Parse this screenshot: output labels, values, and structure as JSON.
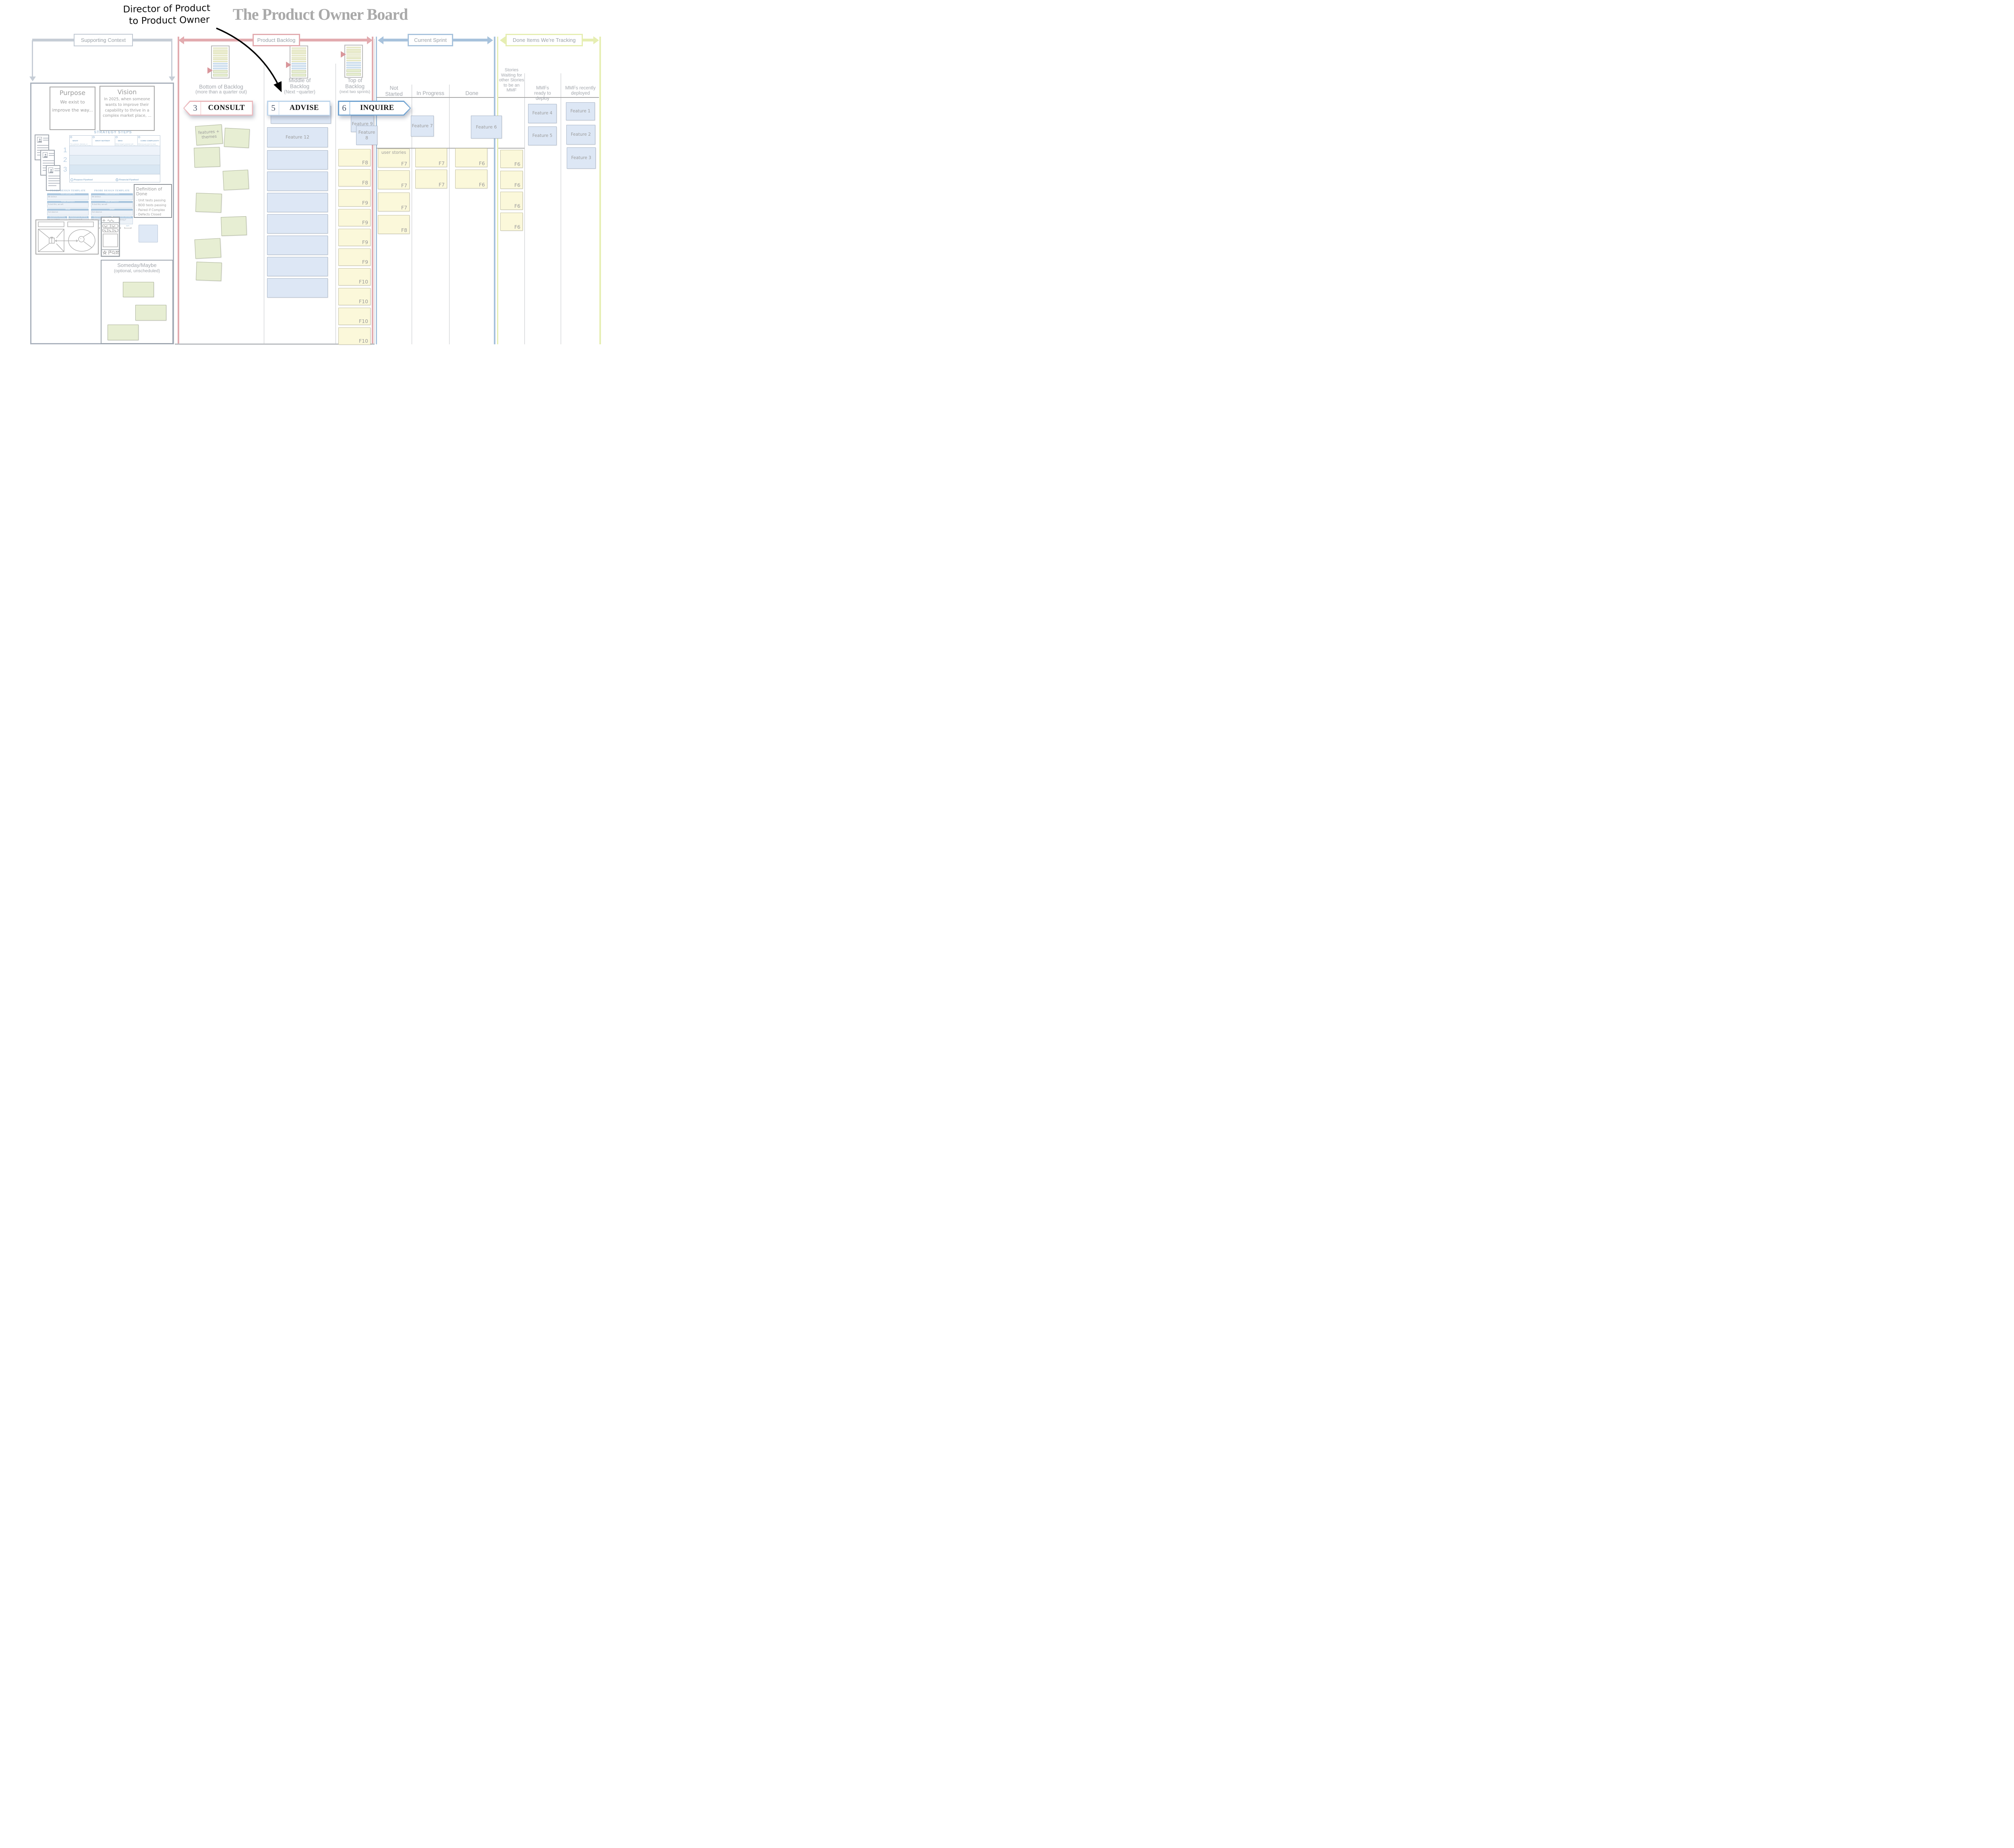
{
  "page_title": "The Product Owner Board",
  "annotation": {
    "line1": "Director of Product",
    "line2": "to Product Owner"
  },
  "ribbons": [
    {
      "number": "3",
      "label": "CONSULT"
    },
    {
      "number": "5",
      "label": "ADVISE"
    },
    {
      "number": "6",
      "label": "INQUIRE"
    }
  ],
  "supporting_context": {
    "header": "Supporting Context",
    "purpose": {
      "title": "Purpose",
      "body": "We exist to improve the way..."
    },
    "vision": {
      "title": "Vision",
      "body": "In 2025, when someone wants to improve their capability to thrive in a complex market place, ..."
    },
    "strategy_steps": {
      "title": "STRATEGY STEPS",
      "row_numbers": [
        "1",
        "2",
        "3"
      ],
      "columns": [
        {
          "label": "WHAT",
          "desc": "The products, features, or services you will provide at this step"
        },
        {
          "label": "WHAT NOT/NOT YET",
          "desc": "What are you intentionally not doing or deferring as part of this step?"
        },
        {
          "label": "WHO",
          "desc": "Which target customer will adopt your offering at this step?"
        },
        {
          "label": "CORE COMPLEXITY",
          "desc": "What do you need to learn about the market, technology, & organization?"
        }
      ],
      "flywheels": [
        {
          "label": "Purpose Flywheel",
          "desc": "How will each step create more and more impact towards your purpose?"
        },
        {
          "label": "Financial Flywheel",
          "desc": "How will each step prepare you economically for the next?"
        }
      ]
    },
    "probe_template": {
      "title": "PROBE DESIGN TEMPLATE",
      "sections": [
        {
          "header": "RISKY ASSUMPTION",
          "prompt": "We believe"
        },
        {
          "header": "PROBE APPROACH",
          "prompt": "To test this, we will"
        },
        {
          "header": "SENSE",
          "prompt": "And observe"
        }
      ],
      "criteria": [
        {
          "header": "VALIDATION CRITERIA",
          "prompt": "We are right if"
        },
        {
          "header": "INVALIDATION CRITERIA",
          "prompt": "We are wrong if"
        }
      ],
      "sliders": [
        {
          "label": "REAL",
          "left": "least",
          "right": "most"
        },
        {
          "label": "CLEAN",
          "left": "least",
          "right": "most"
        },
        {
          "label": "SHORT",
          "left": "longest",
          "right": "shortest"
        },
        {
          "label": "SAFE",
          "left": "least",
          "right": "most"
        }
      ]
    },
    "definition_of_done": {
      "title": "Definition of Done",
      "items": [
        "- Unit tests passing",
        "- BDD tests passing",
        "- Paired if Complex",
        "- Defects Closed"
      ]
    },
    "someday_maybe": {
      "title": "Someday/Maybe",
      "subtitle": "(optional, unscheduled)"
    }
  },
  "product_backlog": {
    "header": "Product Backlog",
    "bottom": {
      "title": "Bottom of Backlog",
      "subtitle": "(more than a quarter out)",
      "labeled_sticky": "features + themes"
    },
    "middle": {
      "title": "Middle of Backlog",
      "subtitle": "(Next ~quarter)",
      "labeled_sticky": "Feature 12"
    },
    "top": {
      "title": "Top of Backlog",
      "subtitle": "(next two sprints)",
      "stickies": [
        "F8",
        "F8",
        "F9",
        "F9",
        "F9",
        "F9",
        "F10",
        "F10",
        "F10",
        "F10"
      ]
    }
  },
  "current_sprint": {
    "header": "Current Sprint",
    "columns": [
      "Not Started",
      "In Progress",
      "Done"
    ],
    "features": {
      "not_started": [
        "Feature 9",
        "Feature 8"
      ],
      "in_progress": [
        "Feature 7"
      ],
      "done": [
        "Feature 6"
      ]
    },
    "stories": {
      "not_started": [
        {
          "note": "user stories",
          "tag": "F7"
        },
        {
          "tag": "F7"
        },
        {
          "tag": "F7"
        },
        {
          "tag": "F8"
        }
      ],
      "in_progress": [
        {
          "tag": "F7"
        },
        {
          "tag": "F7"
        }
      ],
      "done": [
        {
          "tag": "F6"
        },
        {
          "tag": "F6"
        }
      ]
    }
  },
  "done_items": {
    "header": "Done Items We're Tracking",
    "columns": [
      "Stories Waiting for other Stories to be an MMF",
      "MMFs ready to deploy",
      "MMFs recently deployed"
    ],
    "stories_waiting": [
      {
        "tag": "F6"
      },
      {
        "tag": "F6"
      },
      {
        "tag": "F6"
      },
      {
        "tag": "F6"
      }
    ],
    "mmfs_ready": [
      "Feature 4",
      "Feature 5"
    ],
    "mmfs_deployed": [
      "Feature 1",
      "Feature 2",
      "Feature 3"
    ]
  },
  "colors": {
    "title_gray": "#a9a9a9",
    "supporting_gray": "#c6cdd6",
    "backlog_pink": "#e2abaf",
    "sprint_blue": "#a7c2dc",
    "done_yellow_green": "#e6eeb2",
    "sticky_green": "#e7eed3",
    "sticky_blue": "#dde7f5",
    "sticky_yellow": "#fbf8da",
    "handwriting_gray": "#9b9b9b",
    "consult_border_pink": "#ecb8bc",
    "advise_border_blue": "#bdd5ec",
    "inquire_border_blue": "#6fa3d2"
  }
}
